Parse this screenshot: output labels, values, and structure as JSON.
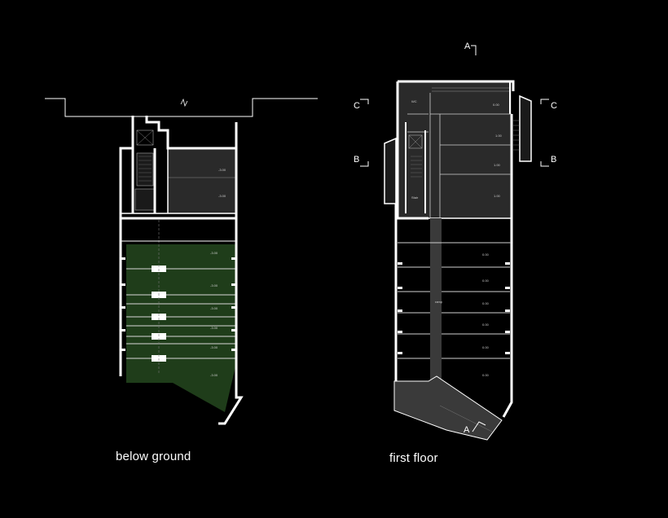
{
  "captions": {
    "below_ground": "below ground",
    "first_floor": "first floor"
  },
  "section_marks": {
    "A": "A",
    "B": "B",
    "C": "C"
  },
  "colors": {
    "background": "#000000",
    "wall": "#ffffff",
    "room_fill": "#2a2a2a",
    "green_room_fill": "#1f3d1a",
    "ramp_fill": "#3a3a3a"
  }
}
